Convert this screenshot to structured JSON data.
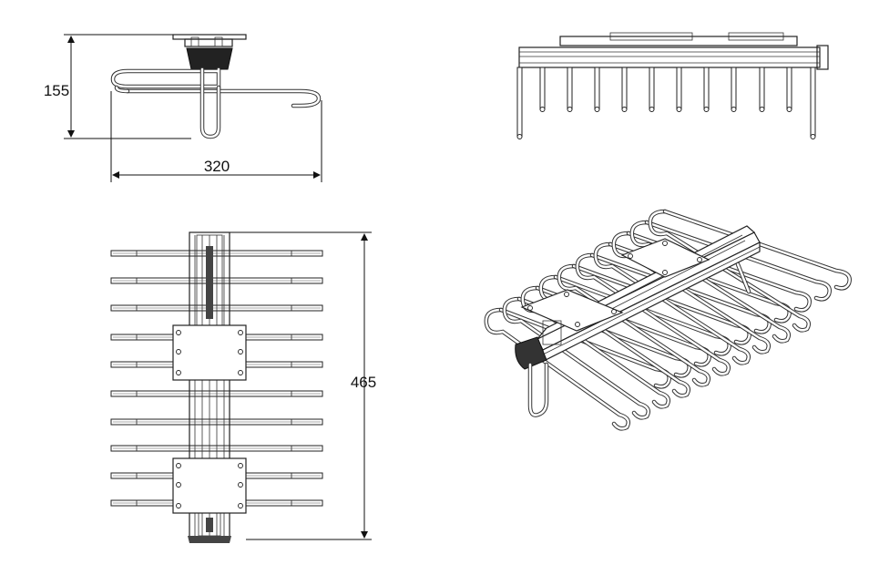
{
  "drawing": {
    "side_view": {
      "height_label": "155",
      "width_label": "320"
    },
    "top_view": {
      "length_label": "465"
    },
    "front_view": {},
    "iso_view": {}
  }
}
